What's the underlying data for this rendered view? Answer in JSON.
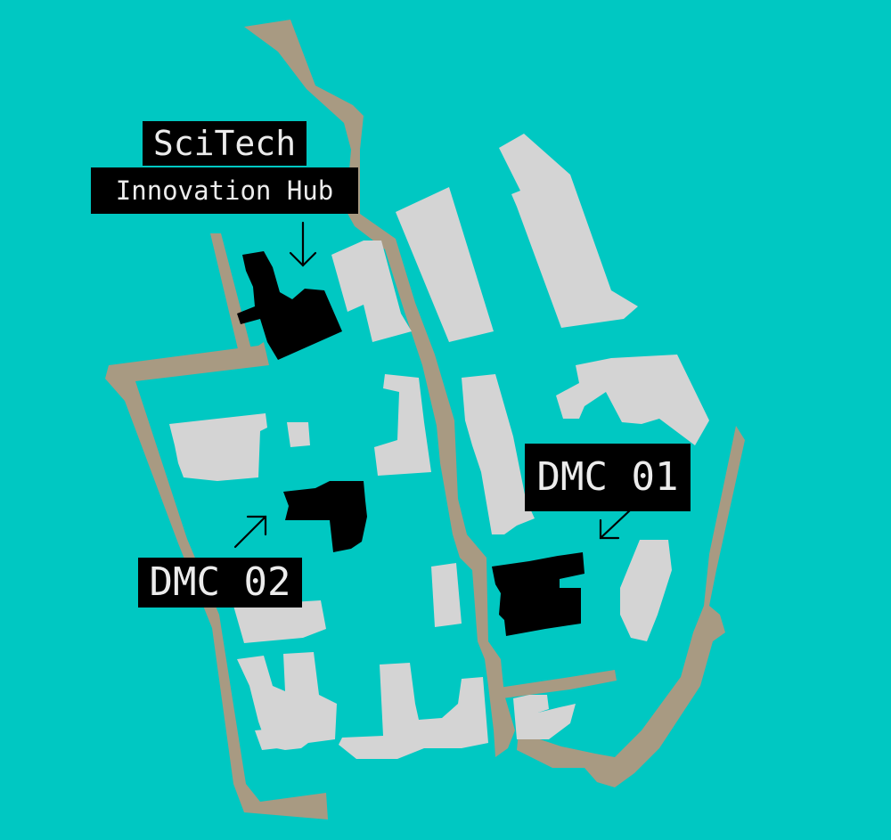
{
  "map": {
    "colors": {
      "water": "#00c8c2",
      "paths": "#a89a82",
      "buildings": "#d4d4d4",
      "highlighted_buildings": "#000000",
      "label_background": "#000000",
      "label_text": "#ececec"
    },
    "labels": {
      "scitech_line1": "SciTech",
      "scitech_line2": "Innovation Hub",
      "dmc01": "DMC 01",
      "dmc02": "DMC 02"
    }
  }
}
